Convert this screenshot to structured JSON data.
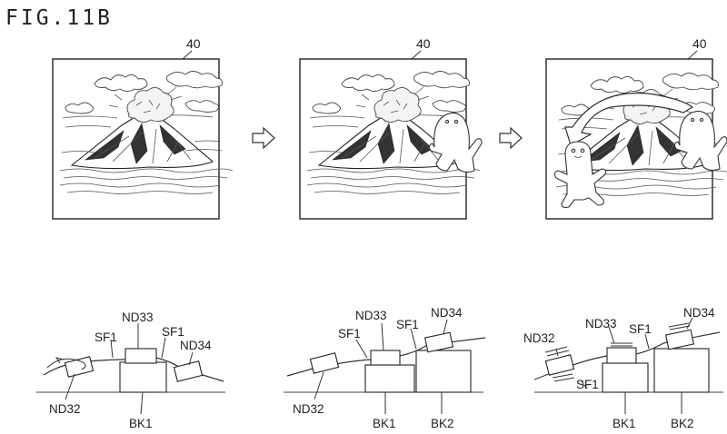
{
  "figure": {
    "title": "FIG.11B",
    "panels": [
      {
        "ref": "40",
        "has_monster": false,
        "monster_front": false,
        "has_swirl_arrow": false
      },
      {
        "ref": "40",
        "has_monster": true,
        "monster_front": false,
        "has_swirl_arrow": false
      },
      {
        "ref": "40",
        "has_monster": true,
        "monster_front": true,
        "has_swirl_arrow": true
      }
    ],
    "transition_arrows": [
      "right-outline-arrow",
      "right-outline-arrow"
    ],
    "diagrams": [
      {
        "labels": {
          "nd32": "ND32",
          "nd33": "ND33",
          "nd34": "ND34",
          "sf1a": "SF1",
          "sf1b": "SF1",
          "bk1": "BK1"
        }
      },
      {
        "labels": {
          "nd32": "ND32",
          "nd33": "ND33",
          "nd34": "ND34",
          "sf1": "SF1",
          "bk1": "BK1",
          "bk2": "BK2"
        }
      },
      {
        "labels": {
          "nd32": "ND32",
          "nd33": "ND33",
          "nd34": "ND34",
          "sf1a": "SF1",
          "sf1b": "SF1",
          "bk1": "BK1",
          "bk2": "BK2"
        }
      }
    ]
  }
}
